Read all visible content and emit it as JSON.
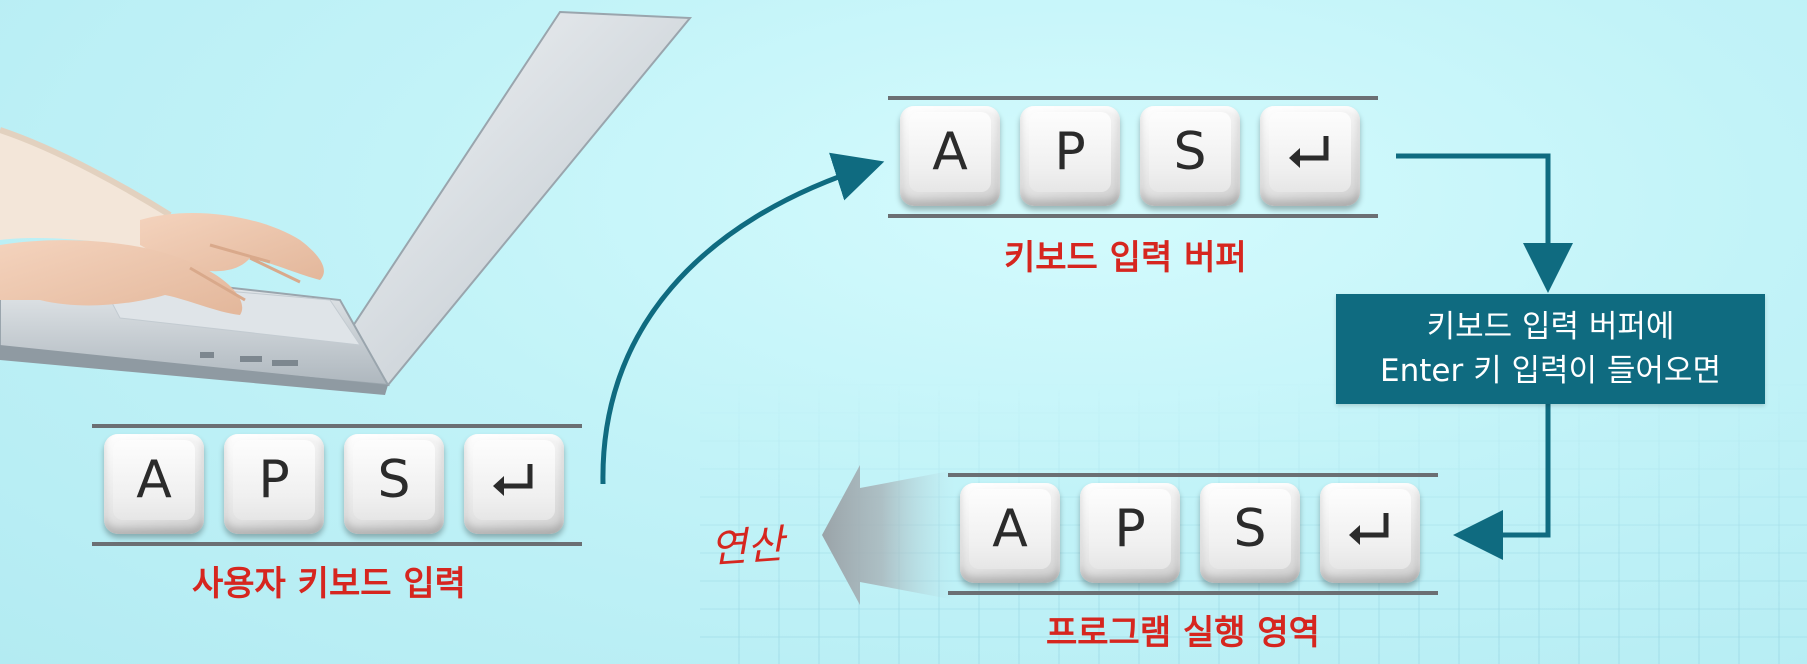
{
  "diagram": {
    "keys": [
      "A",
      "P",
      "S",
      "enter-key-icon"
    ],
    "user_input_label": "사용자 키보드 입력",
    "buffer_label": "키보드 입력 버퍼",
    "note_line1": "키보드 입력 버퍼에",
    "note_line2": "Enter 키 입력이 들어오면",
    "program_label": "프로그램 실행 영역",
    "operation_label": "연산",
    "colors": {
      "arrow": "#0f6b80",
      "note_box": "#0f6b80",
      "label_red": "#d6261f",
      "rail": "#6b6f73"
    }
  }
}
